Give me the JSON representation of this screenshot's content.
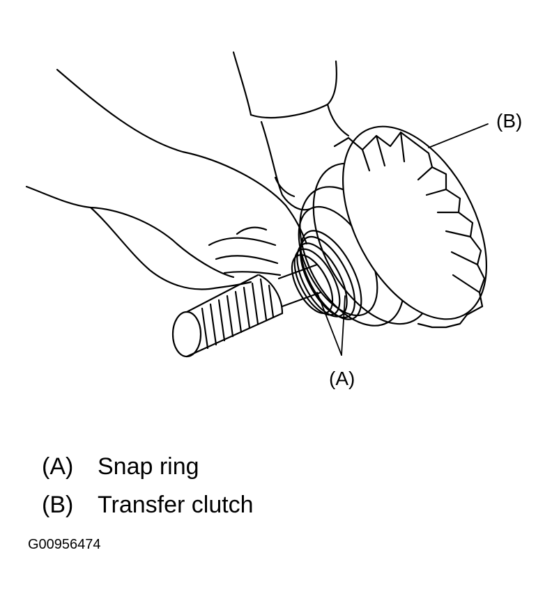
{
  "callouts": {
    "a": "(A)",
    "b": "(B)"
  },
  "legend": [
    {
      "key": "(A)",
      "text": "Snap ring"
    },
    {
      "key": "(B)",
      "text": "Transfer clutch"
    }
  ],
  "figure_id": "G00956474"
}
